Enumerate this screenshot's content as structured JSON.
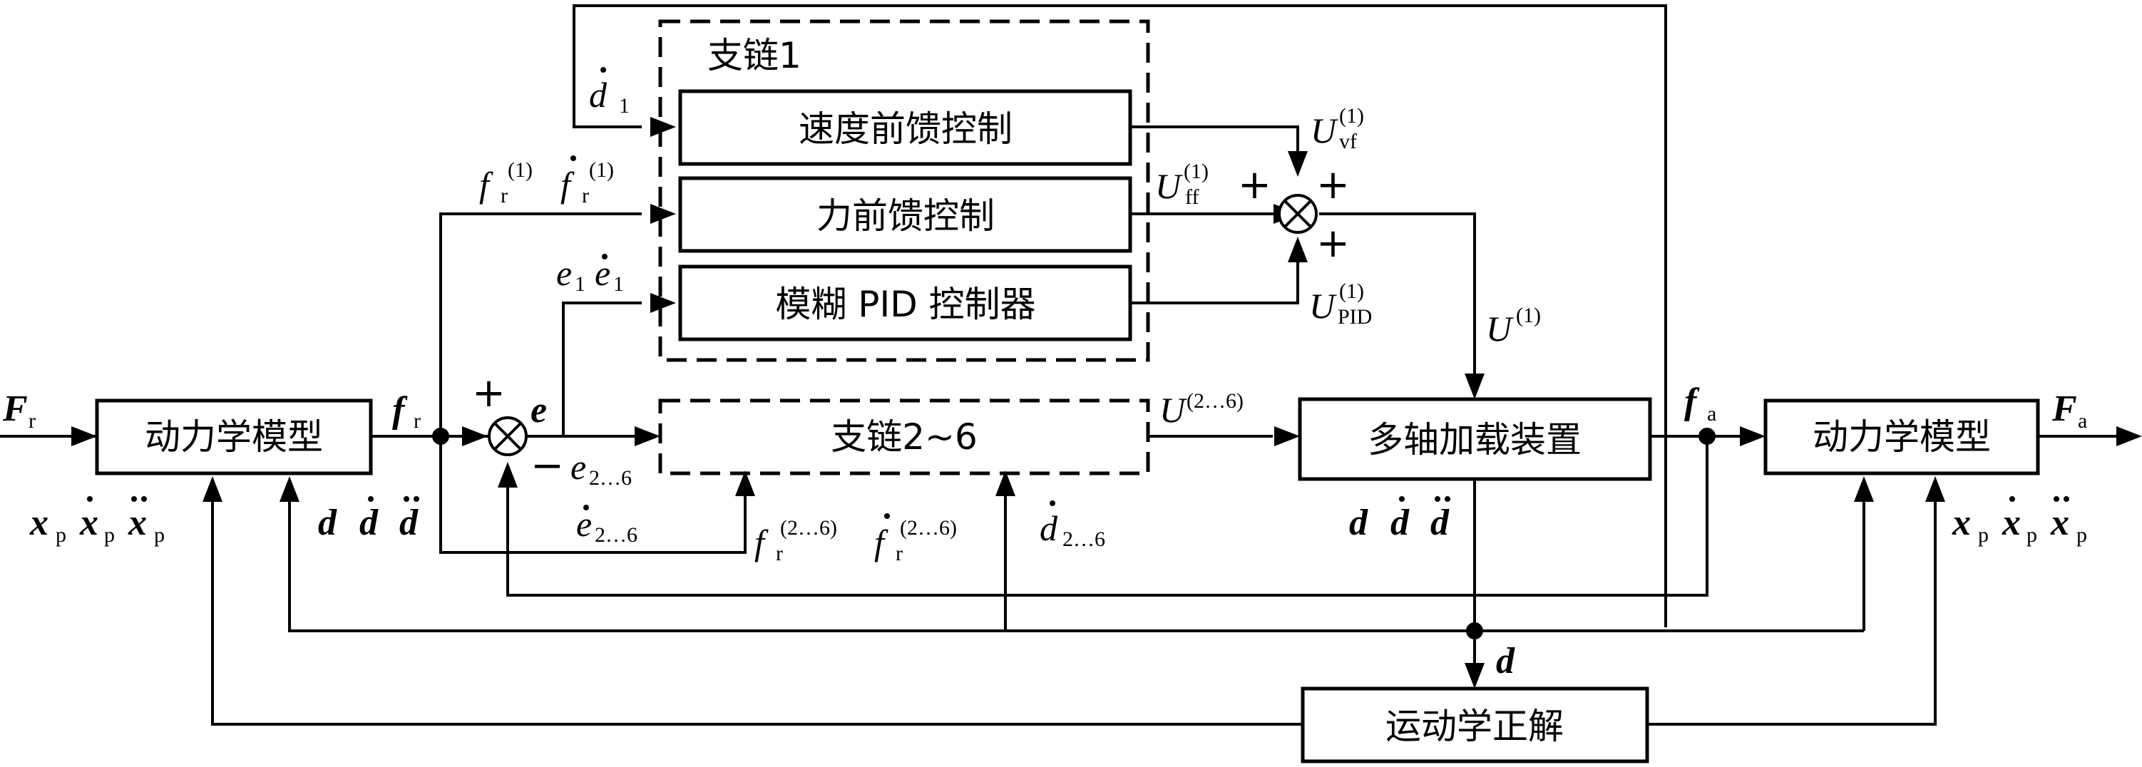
{
  "blocks": {
    "dyn_left": "动力学模型",
    "dyn_right": "动力学模型",
    "branch1_title": "支链1",
    "vel_ff": "速度前馈控制",
    "force_ff": "力前馈控制",
    "fuzzy_pid": "模糊 PID 控制器",
    "branch26": "支链2~6",
    "loader": "多轴加载装置",
    "kinematics": "运动学正解"
  },
  "signals": {
    "F": "F",
    "f": "f",
    "r": "r",
    "a": "a",
    "U": "U",
    "e": "e",
    "d": "d",
    "x": "x",
    "p": "p",
    "sup1": "(1)",
    "sup26": "(2…6)",
    "sub26": "2…6",
    "one": "1",
    "vf": "vf",
    "ff": "ff",
    "PID": "PID",
    "plus": "+",
    "minus": "−"
  }
}
